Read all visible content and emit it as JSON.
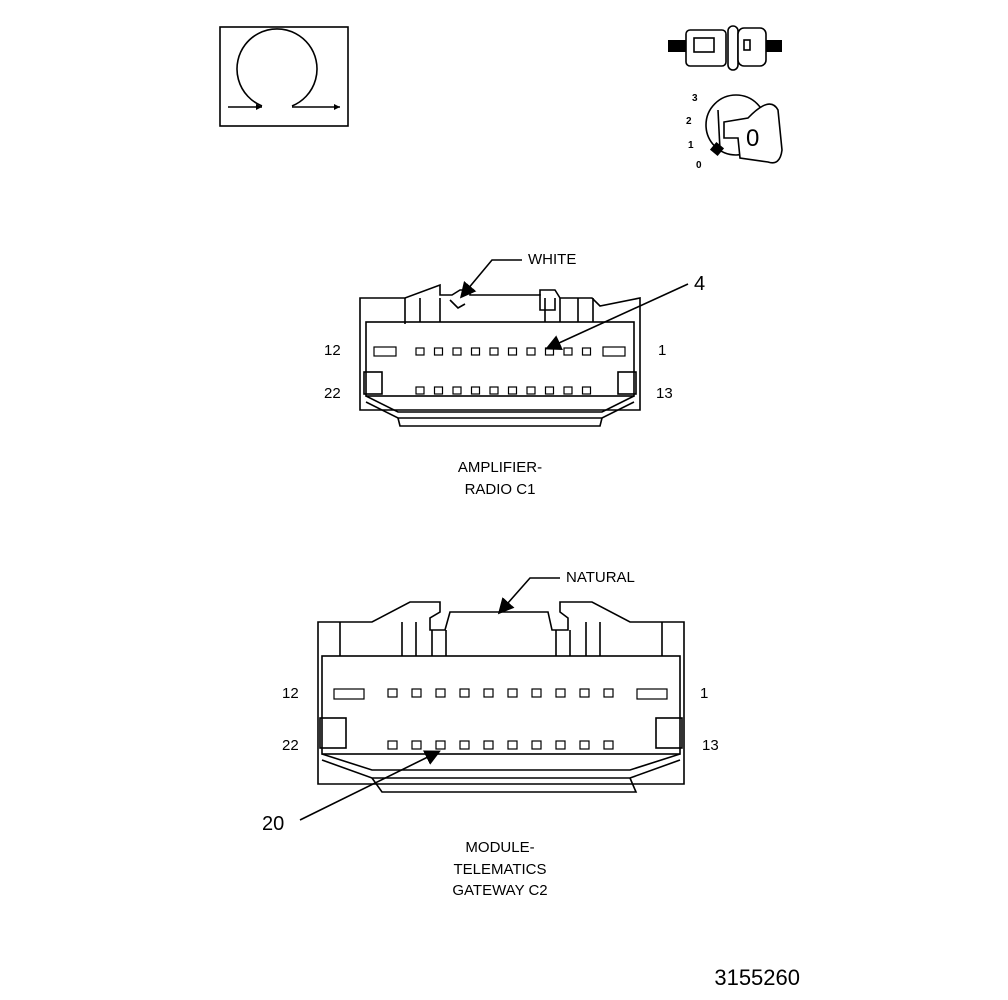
{
  "ignition_legend": {
    "positions": [
      "3",
      "2",
      "1",
      "0"
    ],
    "key_label": "0"
  },
  "connector_1": {
    "color_label": "WHITE",
    "callout_number": "4",
    "pin_left_top": "12",
    "pin_right_top": "1",
    "pin_left_bottom": "22",
    "pin_right_bottom": "13",
    "name_line1": "AMPLIFIER-",
    "name_line2": "RADIO C1"
  },
  "connector_2": {
    "color_label": "NATURAL",
    "callout_number": "20",
    "pin_left_top": "12",
    "pin_right_top": "1",
    "pin_left_bottom": "22",
    "pin_right_bottom": "13",
    "name_line1": "MODULE-",
    "name_line2": "TELEMATICS",
    "name_line3": "GATEWAY C2"
  },
  "figure_number": "3155260"
}
